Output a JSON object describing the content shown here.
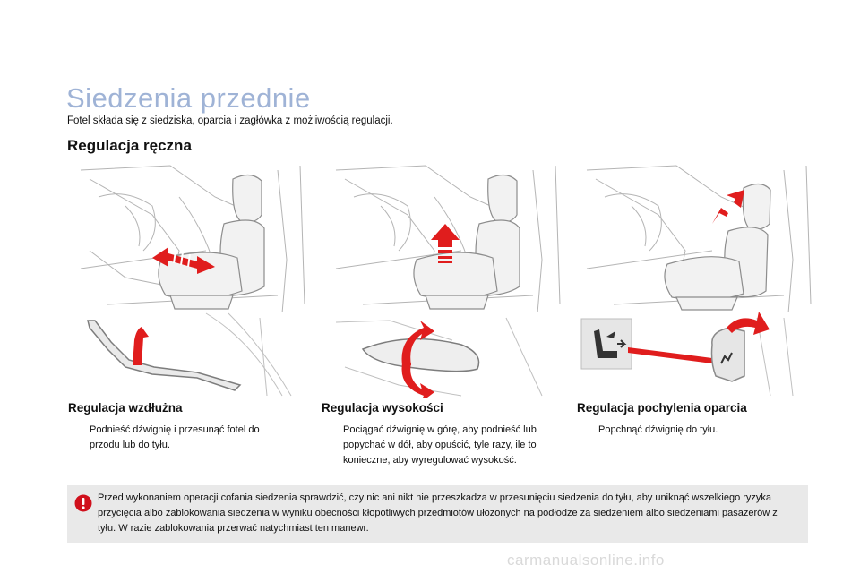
{
  "page": {
    "title": "Siedzenia przednie",
    "subtitle": "Fotel składa się z siedziska, oparcia i zagłówka z możliwością regulacji.",
    "section_heading": "Regulacja ręczna"
  },
  "columns": [
    {
      "heading": "Regulacja wzdłużna",
      "bullet": "",
      "text": "Podnieść dźwignię i przesunąć fotel do przodu lub do tyłu."
    },
    {
      "heading": "Regulacja wysokości",
      "bullet": "",
      "text": "Pociągać dźwignię w górę, aby podnieść lub popychać w dół, aby opuścić, tyle razy, ile to konieczne, aby wyregulować wysokość."
    },
    {
      "heading": "Regulacja pochylenia oparcia",
      "bullet": "",
      "text": "Popchnąć dźwignię do tyłu."
    }
  ],
  "warning": {
    "text": "Przed wykonaniem operacji cofania siedzenia sprawdzić, czy nic ani nikt nie przeszkadza w przesunięciu siedzenia do tyłu, aby uniknąć wszelkiego ryzyka przycięcia albo zablokowania siedzenia w wyniku obecności kłopotliwych przedmiotów ułożonych na podłodze za siedzeniem albo siedzeniami pasażerów z tyłu. W razie zablokowania przerwać natychmiast ten manewr."
  },
  "watermark": "carmanualsonline.info",
  "colors": {
    "title": "#9fb3d6",
    "arrow_red": "#e01d1d",
    "warning_bg": "#e9e9e9",
    "warning_icon": "#d0101c"
  },
  "icons": [
    "seat-illustration",
    "red-arrow",
    "warning-icon",
    "seat-recline-icon"
  ]
}
